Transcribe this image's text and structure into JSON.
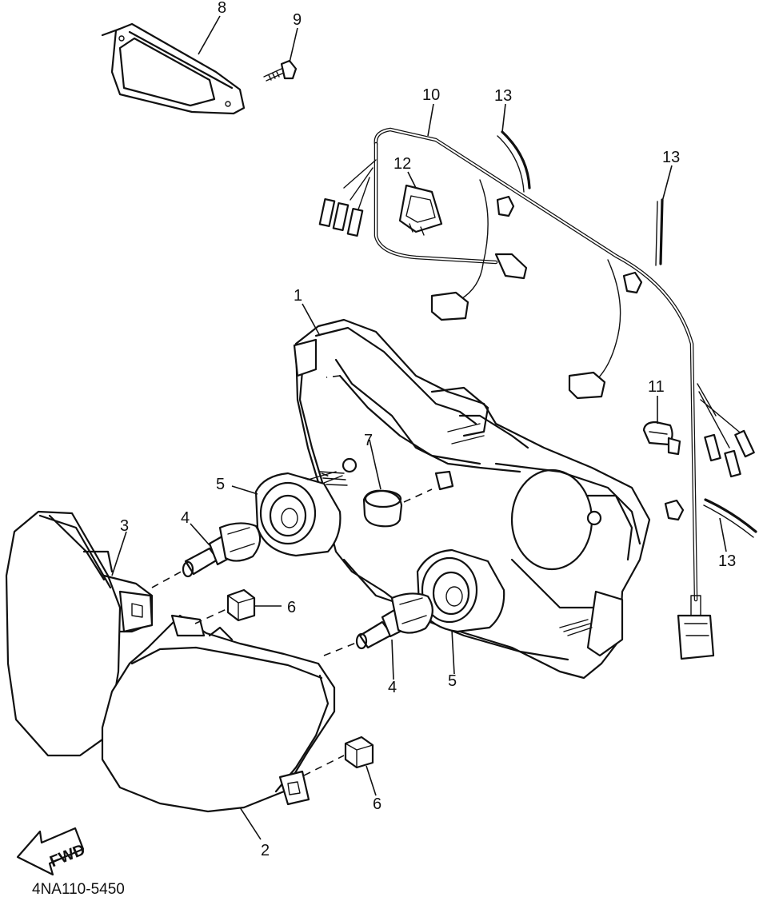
{
  "diagram": {
    "drawing_code": "4NA110-5450",
    "fwd_label": "FWD",
    "callouts": [
      {
        "id": "c1",
        "label": "1"
      },
      {
        "id": "c2",
        "label": "2"
      },
      {
        "id": "c3",
        "label": "3"
      },
      {
        "id": "c4a",
        "label": "4"
      },
      {
        "id": "c4b",
        "label": "4"
      },
      {
        "id": "c5a",
        "label": "5"
      },
      {
        "id": "c5b",
        "label": "5"
      },
      {
        "id": "c6a",
        "label": "6"
      },
      {
        "id": "c6b",
        "label": "6"
      },
      {
        "id": "c7",
        "label": "7"
      },
      {
        "id": "c8",
        "label": "8"
      },
      {
        "id": "c9",
        "label": "9"
      },
      {
        "id": "c10",
        "label": "10"
      },
      {
        "id": "c11",
        "label": "11"
      },
      {
        "id": "c12",
        "label": "12"
      },
      {
        "id": "c13a",
        "label": "13"
      },
      {
        "id": "c13b",
        "label": "13"
      },
      {
        "id": "c13c",
        "label": "13"
      }
    ]
  }
}
